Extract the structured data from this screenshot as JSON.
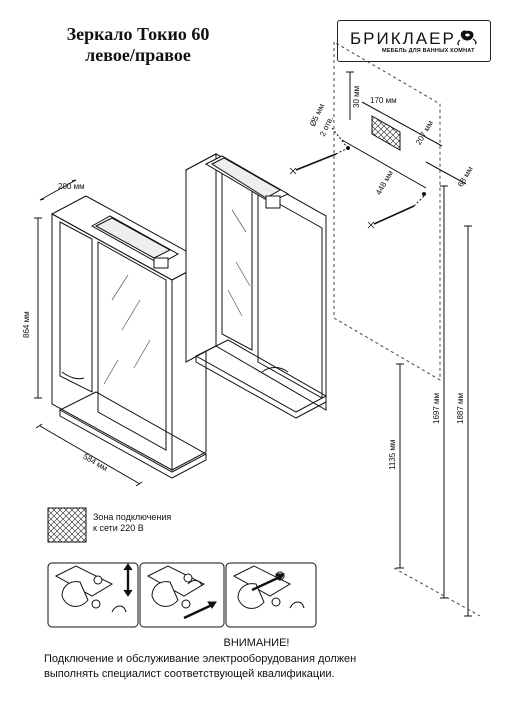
{
  "header": {
    "title_line1": "Зеркало Токио 60",
    "title_line2": "левое/правое"
  },
  "logo": {
    "brand": "БРИКЛАЕР",
    "tagline": "МЕБЕЛЬ ДЛЯ ВАННЫХ КОМНАТ",
    "icon": "rose-icon"
  },
  "dimensions": {
    "depth": "200 мм",
    "height": "864 мм",
    "width": "584 мм",
    "hole_diameter": "Ø5 мм",
    "hole_count": "2 отв.",
    "offset_30": "30 мм",
    "zone_170": "170 мм",
    "zone_207": "207 мм",
    "hole_span": "448 мм",
    "side_68": "68 мм",
    "floor_1135": "1135 мм",
    "floor_1697": "1697 мм",
    "floor_1887": "1887 мм"
  },
  "legend": {
    "line1": "Зона подключения",
    "line2": "к сети 220 В"
  },
  "warning": {
    "title": "ВНИМАНИЕ!",
    "line1": "Подключение и обслуживание электрооборудования должен",
    "line2": "выполнять специалист соответствующей квалификации."
  }
}
